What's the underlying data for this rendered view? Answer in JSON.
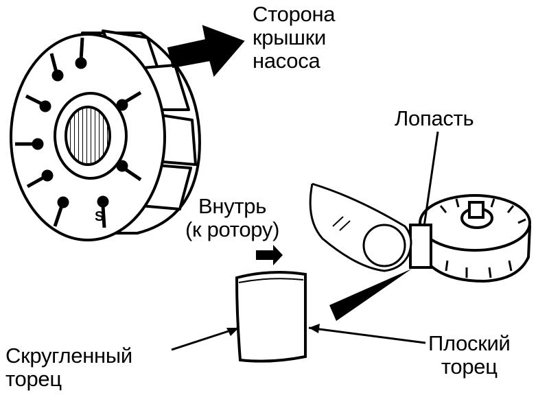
{
  "colors": {
    "ink": "#000000",
    "paper": "#ffffff"
  },
  "labels": {
    "pump_cover_side": {
      "line1": "Сторона",
      "line2": "крышки",
      "line3": "насоса"
    },
    "vane": "Лопасть",
    "inward": {
      "line1": "Внутрь",
      "line2": "(к ротору)"
    },
    "rounded_end": {
      "line1": "Скругленный",
      "line2": "торец"
    },
    "flat_end": {
      "line1": "Плоский",
      "line2": "торец"
    },
    "rotor_mark": "S"
  }
}
